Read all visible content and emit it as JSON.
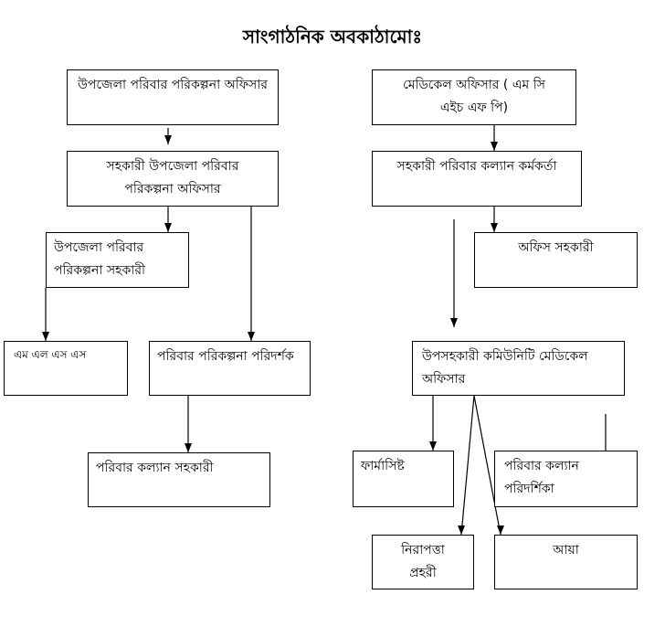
{
  "title": "সাংগাঠনিক অবকাঠামোঃ",
  "nodes": {
    "upazila_fp_officer": "উপজেলা পরিবার পরিকল্পনা অফিসার",
    "medical_officer": "মেডিকেল অফিসার ( এম সি এইচ এফ পি)",
    "asst_upazila_fp_officer": "সহকারী উপজেলা পরিবার পরিকল্পনা অফিসার",
    "asst_fw_officer": "সহকারী পরিবার কল্যান কর্মকর্তা",
    "upazila_fp_assistant": "উপজেলা পরিবার পরিকল্পনা সহকারী",
    "office_assistant": "অফিস সহকারী",
    "mlss": "এম এল এস এস",
    "fp_inspector": "পরিবার পরিকল্পনা পরিদর্শক",
    "sacmo": "উপসহকারী কমিউনিটি মেডিকেল অফিসার",
    "fw_assistant": "পরিবার কল্যান সহকারী",
    "pharmacist": "ফার্মাসিষ্ট",
    "fw_visitor": "পরিবার কল্যান পরিদর্শিকা",
    "security_guard": "নিরাপত্তা প্রহরী",
    "aya": "আয়া"
  }
}
